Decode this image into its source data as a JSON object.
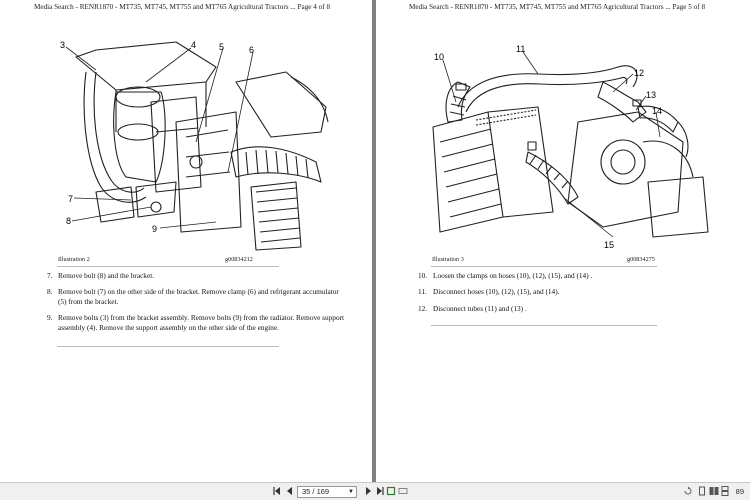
{
  "left_page": {
    "header": "Media Search - RENR1870 - MT735, MT745, MT755 and MT765 Agricultural Tractors ...   Page 4 of 8",
    "figure": {
      "caption": "Illustration 2",
      "id": "g00834212",
      "callouts": [
        "3",
        "4",
        "5",
        "6",
        "7",
        "8",
        "9"
      ]
    },
    "steps": [
      {
        "num": "7.",
        "text": "Remove bolt (8) and the bracket."
      },
      {
        "num": "8.",
        "text": "Remove bolt (7) on the other side of the bracket. Remove clamp (6) and refrigerant accumulator (5) from the bracket."
      },
      {
        "num": "9.",
        "text": "Remove bolts (3) from the bracket assembly. Remove bolts (9) from the radiator. Remove support assembly (4). Remove the support assembly on the other side of the engine."
      }
    ]
  },
  "right_page": {
    "header": "Media Search - RENR1870 - MT735, MT745, MT755 and MT765 Agricultural Tractors ...   Page 5 of 8",
    "figure": {
      "caption": "Illustration 3",
      "id": "g00834275",
      "callouts": [
        "10",
        "11",
        "12",
        "13",
        "14",
        "15"
      ]
    },
    "steps": [
      {
        "num": "10.",
        "text": "Loosen the clamps on hoses (10), (12), (15), and (14) ."
      },
      {
        "num": "11.",
        "text": "Disconnect hoses (10), (12), (15), and (14)."
      },
      {
        "num": "12.",
        "text": "Disconnect tubes (11) and (13) ."
      }
    ]
  },
  "statusbar": {
    "first_icon": "first-page-icon",
    "prev_icon": "previous-page-icon",
    "page_indicator": "35 / 169",
    "next_icon": "next-page-icon",
    "last_icon": "last-page-icon",
    "zoom": "89"
  }
}
